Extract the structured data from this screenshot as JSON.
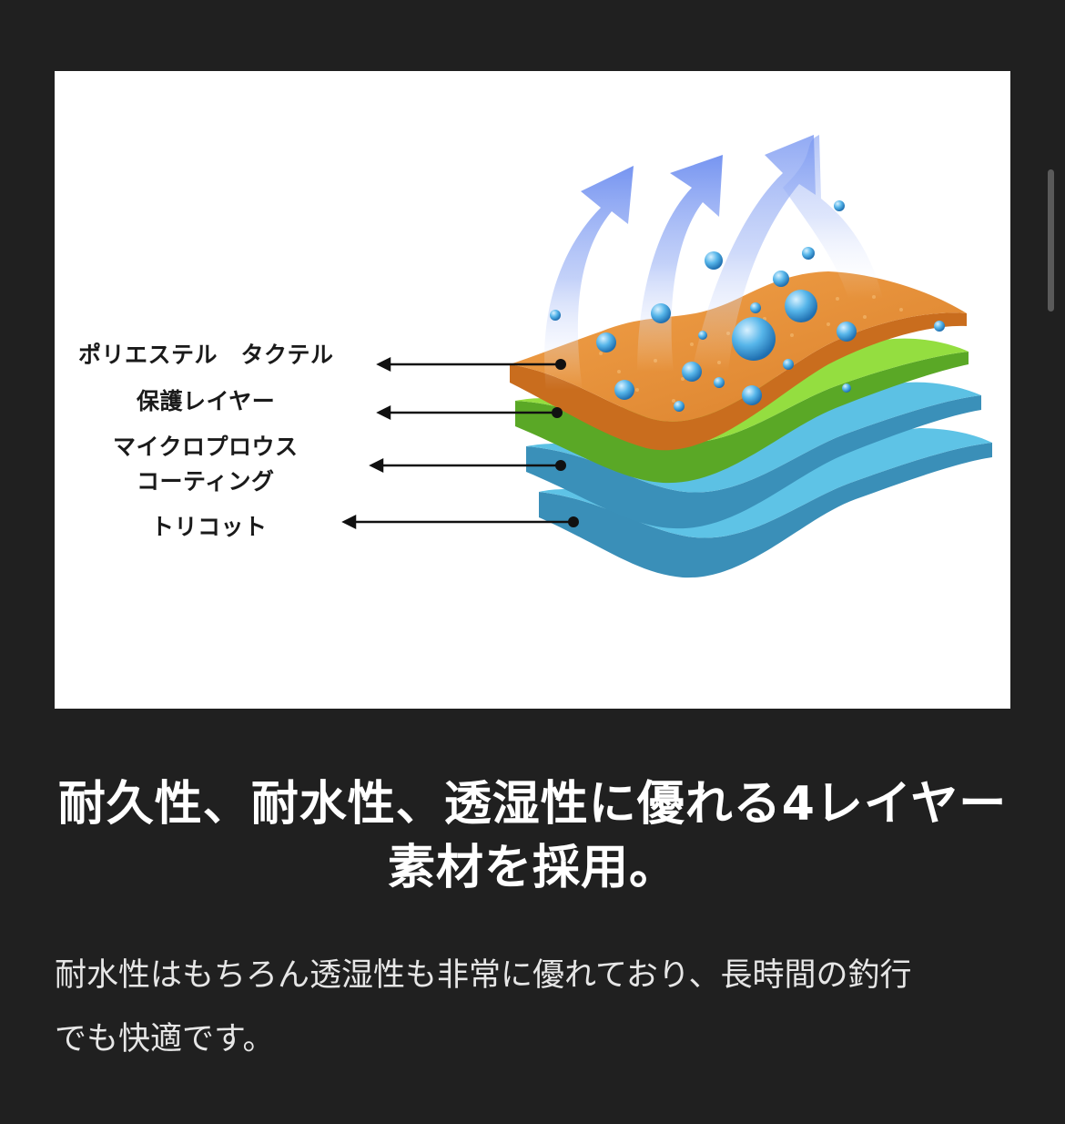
{
  "figure": {
    "labels": [
      "ポリエステル　タクテル",
      "保護レイヤー",
      "マイクロプロウス",
      "コーティング",
      "トリコット"
    ],
    "colors": {
      "orange_layer": "#e8933a",
      "green_layer": "#8fdc3c",
      "blue_layer": "#4ab8dc",
      "arrow_blue": "#6f8ff0",
      "droplet": "#4aa6e0"
    }
  },
  "headline": {
    "line1": "耐久性、耐水性、透湿性に優れる4レイヤー",
    "line2": "素材を採用。"
  },
  "body": {
    "line1": "耐水性はもちろん透湿性も非常に優れており、長時間の釣行",
    "line2": "でも快適です。"
  }
}
